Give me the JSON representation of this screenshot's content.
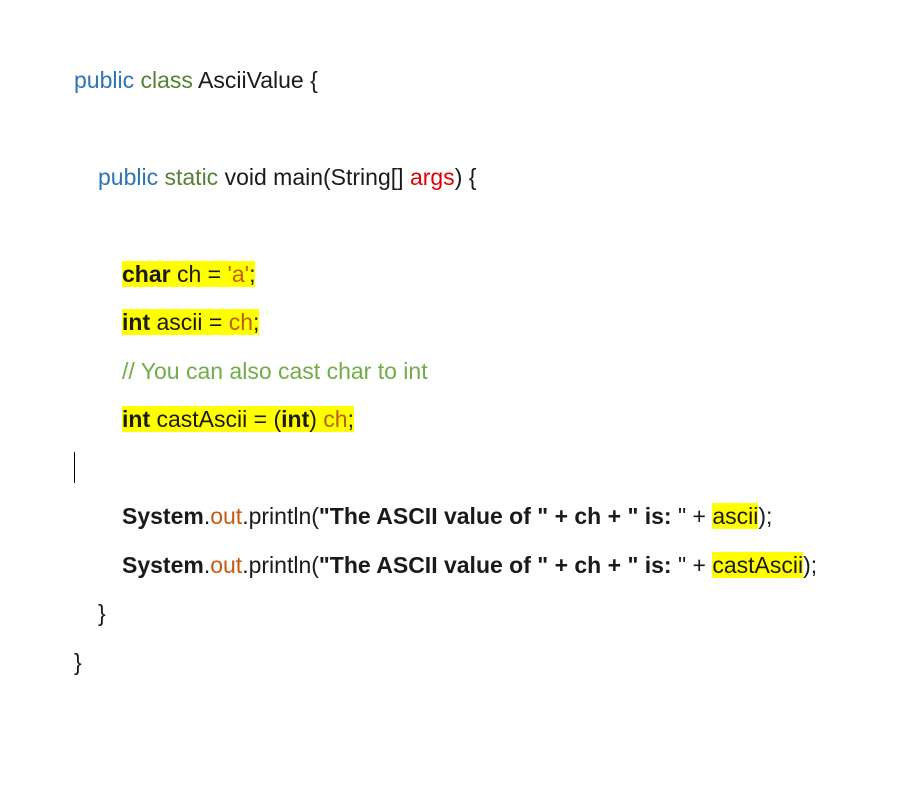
{
  "code": {
    "l1": {
      "a": "public",
      "b": " ",
      "c": "class",
      "d": " AsciiValue {"
    },
    "l2": {
      "a": "public",
      "b": " ",
      "c": "static",
      "d": " void main(String[] ",
      "e": "args",
      "f": ") {"
    },
    "l3": {
      "a": "char",
      "b": " ch = ",
      "c": "'a'",
      "d": ";"
    },
    "l4": {
      "a": "int",
      "b": " ascii = ",
      "c": "ch",
      "d": ";"
    },
    "l5": {
      "a": "// You can also cast char to int"
    },
    "l6": {
      "a": "int",
      "b": " castAscii = (",
      "c": "int",
      "d": ") ",
      "e": "ch",
      "f": ";"
    },
    "l7": {
      "a": "System",
      "b": ".",
      "c": "out",
      "d": ".println(",
      "e": "\"The ASCII value of \" + ch + \" is: ",
      "f": "\" + ",
      "g": "ascii",
      "h": ");"
    },
    "l8": {
      "a": "System",
      "b": ".",
      "c": "out",
      "d": ".println(",
      "e": "\"The ASCII value of \" + ch + \" is: ",
      "f": "\" + ",
      "g": "castAscii",
      "h": ");"
    },
    "l9": {
      "a": "}"
    },
    "l10": {
      "a": "}"
    }
  }
}
